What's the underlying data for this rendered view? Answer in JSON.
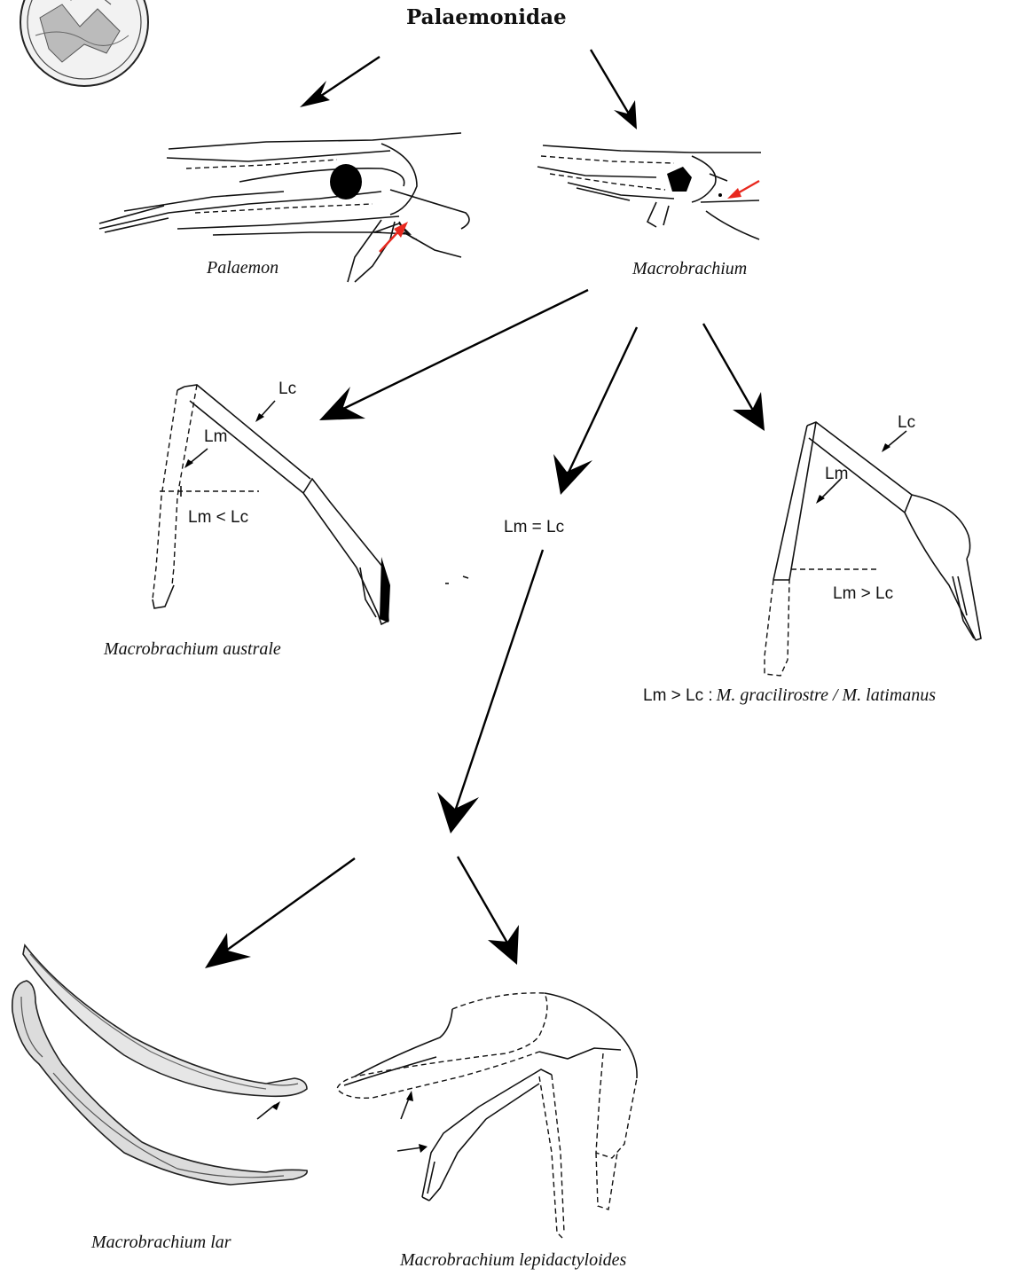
{
  "title": "Palaemonidae",
  "genera": {
    "left": "Palaemon",
    "right": "Macrobrachium"
  },
  "species": {
    "australe": "Macrobrachium australe",
    "gracilirostre": {
      "prefix": "Lm > Lc :",
      "names": "M. gracilirostre / M. latimanus"
    },
    "lar": "Macrobrachium lar",
    "lepidactyloides": "Macrobrachium lepidactyloides"
  },
  "measurements": {
    "lc": "Lc",
    "lm": "Lm",
    "lm_less_lc": "Lm < Lc",
    "lm_equal_lc": "Lm = Lc",
    "lm_greater_lc": "Lm > Lc",
    "lc_right": "Lc"
  },
  "colors": {
    "pointer_red": "#e8281e",
    "ink": "#111111"
  },
  "icons": [
    "seal-logo",
    "flow-arrow",
    "pointer-arrow"
  ]
}
